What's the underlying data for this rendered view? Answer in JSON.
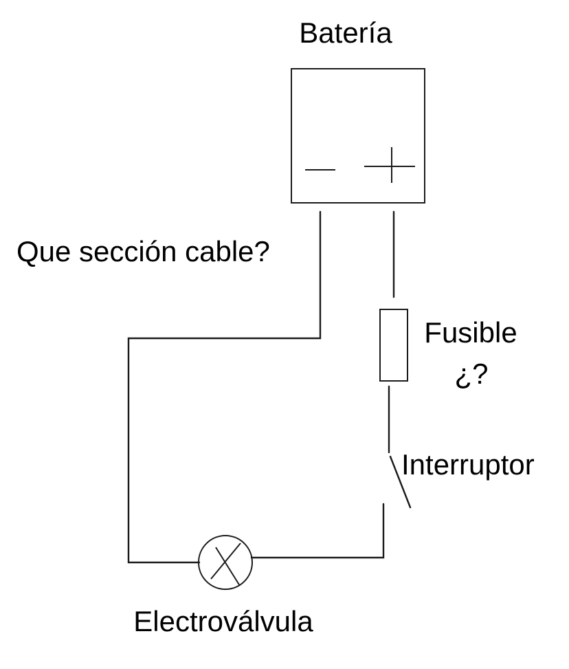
{
  "labels": {
    "battery": "Batería",
    "cable_question": "Que sección cable?",
    "fuse": "Fusible",
    "fuse_question": "¿?",
    "switch": "Interruptor",
    "valve": "Electroválvula"
  },
  "colors": {
    "background": "#ffffff",
    "stroke": "#1a1a1a",
    "text": "#000000"
  }
}
